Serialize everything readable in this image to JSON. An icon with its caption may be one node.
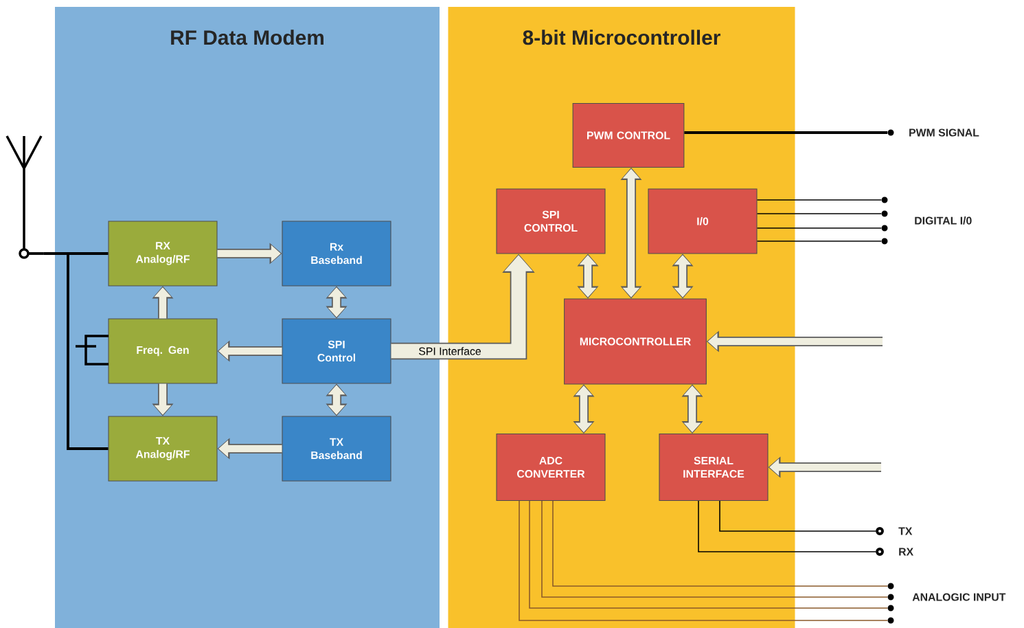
{
  "diagram": {
    "nodes": [
      {
        "text": [
          "RF Data Modem"
        ]
      },
      {
        "text": [
          "8-bit Microcontroller"
        ]
      },
      {
        "text": [
          "RX Analog/RF"
        ],
        "in": 0
      },
      {
        "text": [
          "Rx Baseband"
        ],
        "in": 0
      },
      {
        "text": [
          "Freq. Gen"
        ],
        "in": 0
      },
      {
        "text": [
          "SPI Control"
        ],
        "in": 0
      },
      {
        "text": [
          "TX Analog/RF"
        ],
        "in": 0
      },
      {
        "text": [
          "TX Baseband"
        ],
        "in": 0
      },
      {
        "text": [
          "PWM CONTROL"
        ],
        "in": 1
      },
      {
        "text": [
          "SPI CONTROL"
        ],
        "in": 1
      },
      {
        "text": [
          "I/0"
        ],
        "in": 1
      },
      {
        "text": [
          "MICROCONTROLLER"
        ],
        "in": 1
      },
      {
        "text": [
          "ADC CONVERTER"
        ],
        "in": 1
      },
      {
        "text": [
          "SERIAL INTERFACE"
        ],
        "in": 1
      },
      {
        "text": [],
        "shape": "picture"
      },
      {
        "text": [],
        "shape": "circle",
        "beside": [
          "PWM SIGNAL"
        ]
      },
      {
        "text": [],
        "shape": "circle"
      },
      {
        "text": [],
        "shape": "circle"
      },
      {
        "text": [],
        "shape": "circle"
      },
      {
        "text": [],
        "shape": "circle"
      },
      {
        "text": [],
        "shape": "circle",
        "beside": [
          "TX"
        ]
      },
      {
        "text": [],
        "shape": "circle",
        "beside": [
          "RX"
        ]
      },
      {
        "text": [],
        "shape": "circle"
      },
      {
        "text": [],
        "shape": "circle"
      },
      {
        "text": [],
        "shape": "circle"
      },
      {
        "text": [],
        "shape": "circle"
      }
    ],
    "edges": [
      {
        "from": 14,
        "to": 2,
        "arrow": "none",
        "color": "#000000"
      },
      {
        "from": 14,
        "to": 6,
        "arrow": "none",
        "color": "#000000"
      },
      {
        "from": 2,
        "to": 3,
        "arrow": "to"
      },
      {
        "from": 3,
        "to": 5,
        "arrow": "both"
      },
      {
        "from": 5,
        "to": 4,
        "arrow": "to"
      },
      {
        "from": 4,
        "to": 2,
        "arrow": "to"
      },
      {
        "from": 4,
        "to": 6,
        "arrow": "to"
      },
      {
        "from": 5,
        "to": 7,
        "arrow": "both"
      },
      {
        "from": 7,
        "to": 6,
        "arrow": "to"
      },
      {
        "from": 5,
        "to": 9,
        "arrow": "to",
        "label": "SPI Interface",
        "style": "thick"
      },
      {
        "from": 9,
        "to": 11,
        "arrow": "both"
      },
      {
        "from": 8,
        "to": 11,
        "arrow": "both"
      },
      {
        "from": 10,
        "to": 11,
        "arrow": "both"
      },
      {
        "from": 11,
        "to": 12,
        "arrow": "both"
      },
      {
        "from": 11,
        "to": 13,
        "arrow": "both"
      },
      {
        "from": 8,
        "to": 15,
        "arrow": "none",
        "color": "#000000"
      },
      {
        "from": 10,
        "to": 16,
        "arrow": "none",
        "color": "#000000"
      },
      {
        "from": 10,
        "to": 17,
        "arrow": "none",
        "color": "#000000"
      },
      {
        "from": 10,
        "to": 18,
        "arrow": "none",
        "color": "#000000"
      },
      {
        "from": 10,
        "to": 19,
        "arrow": "none",
        "color": "#000000"
      },
      {
        "from": 13,
        "to": 20,
        "arrow": "none",
        "color": "#000000"
      },
      {
        "from": 13,
        "to": 21,
        "arrow": "none",
        "color": "#000000"
      },
      {
        "from": 12,
        "to": 22,
        "arrow": "none",
        "color": "#8a5a2a"
      },
      {
        "from": 12,
        "to": 23,
        "arrow": "none",
        "color": "#8a5a2a"
      },
      {
        "from": 12,
        "to": 24,
        "arrow": "none",
        "color": "#8a5a2a"
      },
      {
        "from": 12,
        "to": 25,
        "arrow": "none",
        "color": "#8a5a2a"
      },
      {
        "from": null,
        "to": 11,
        "arrow": "to"
      },
      {
        "from": null,
        "to": 13,
        "arrow": "to"
      }
    ],
    "labels": [
      "DIGITAL I/0",
      "ANALOGIC INPUT"
    ]
  }
}
